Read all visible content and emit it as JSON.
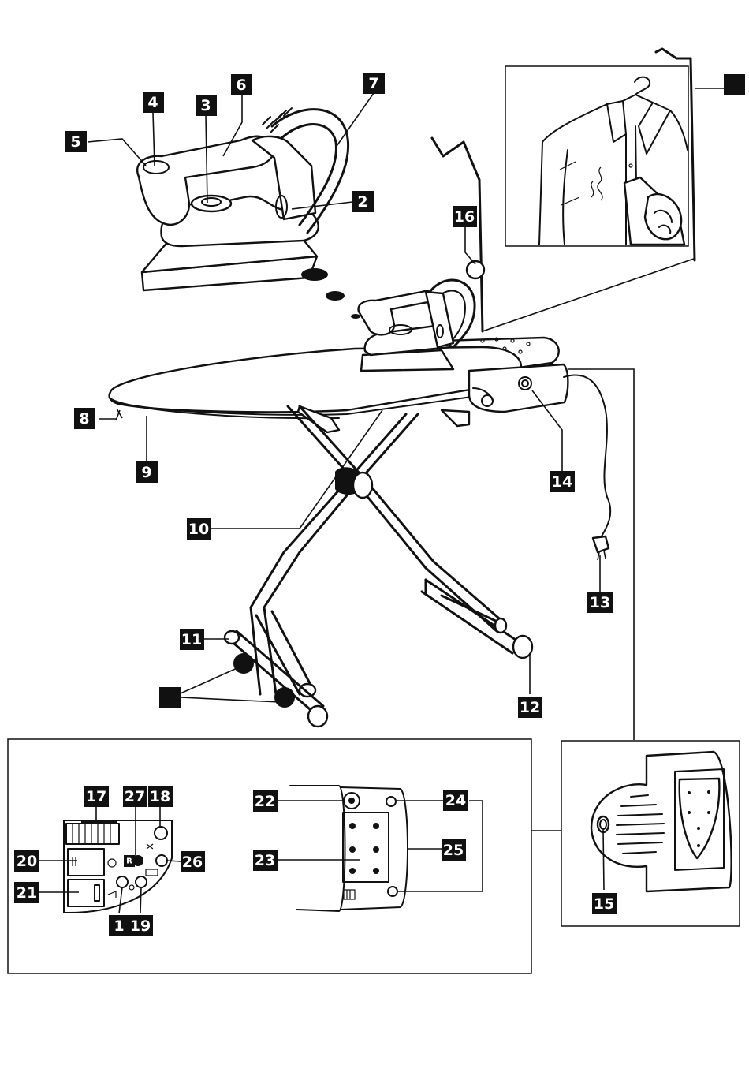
{
  "labels": {
    "l1": "1",
    "l2": "2",
    "l3": "3",
    "l4": "4",
    "l5": "5",
    "l6": "6",
    "l7": "7",
    "l8": "8",
    "l9": "9",
    "l10": "10",
    "l11": "11",
    "l12": "12",
    "l13": "13",
    "l14": "14",
    "l15": "15",
    "l16": "16",
    "l17": "17",
    "l18": "18",
    "l19": "19",
    "l20": "20",
    "l21": "21",
    "l22": "22",
    "l23": "23",
    "l24": "24",
    "l25": "25",
    "l26": "26",
    "l27": "27"
  },
  "panel": {
    "reset_key": "R"
  }
}
